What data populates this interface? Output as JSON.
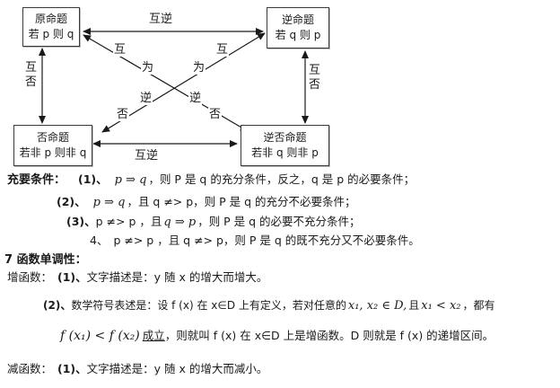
{
  "diagram": {
    "boxes": [
      {
        "title": "原命题",
        "subtitle": "若 p 则 q"
      },
      {
        "title": "逆命题",
        "subtitle": "若 q 则 p"
      },
      {
        "title": "否命题",
        "subtitle": "若非 p 则非 q"
      },
      {
        "title": "逆否命题",
        "subtitle": "若非 q 则非 p"
      }
    ],
    "labels": {
      "top": "互逆",
      "bottom": "互逆",
      "left": [
        "互",
        "否"
      ],
      "right": [
        "互",
        "否"
      ],
      "diag_tlbr": [
        "互",
        "为",
        "逆",
        "否"
      ],
      "diag_trbl": [
        "互",
        "为",
        "逆",
        "否"
      ]
    }
  },
  "sufficiency": {
    "heading": "充要条件：",
    "item1": {
      "num": "(1)、",
      "m1": "p ⇒ q",
      "rest": "，则 P 是 q 的充分条件，反之，q 是 p 的必要条件；"
    },
    "item2": {
      "num": "(2)、",
      "m1": "p ⇒ q",
      "rest": "，且 q ≠> p，则 P 是 q 的充分不必要条件；"
    },
    "item3": {
      "num": "(3)、",
      "pre": "p ≠> p ，且",
      "m1": "q ⇒ p",
      "rest": "，则 P 是 q 的必要不充分条件；"
    },
    "item4": {
      "num": "4、",
      "rest": "p ≠> p ，且 q ≠> p，则 P 是 q 的既不充分又不必要条件。"
    }
  },
  "monotonicity": {
    "heading": "7 函数单调性：",
    "inc_label": "增函数：",
    "inc1_num": "(1)、",
    "inc1_rest": "文字描述是：y 随 x 的增大而增大。",
    "inc2_num": "(2)、",
    "inc2_pre": "数学符号表述是：设 f (x) 在 x∈D 上有定义，若对任意的",
    "inc2_math": "x₁, x₂ ∈ D,",
    "inc2_mid": "且",
    "inc2_math2": "x₁ < x₂",
    "inc2_rest": "，都有",
    "inc3_math": "f (x₁) < f (x₂)",
    "inc3_ul": "成立",
    "inc3_rest": "，则就叫 f (x) 在 x∈D 上是增函数。D 则就是 f (x) 的递增区间。",
    "dec_label": "减函数：",
    "dec1_num": "(1)、",
    "dec1_rest": "文字描述是：y 随 x 的增大而减小。"
  }
}
